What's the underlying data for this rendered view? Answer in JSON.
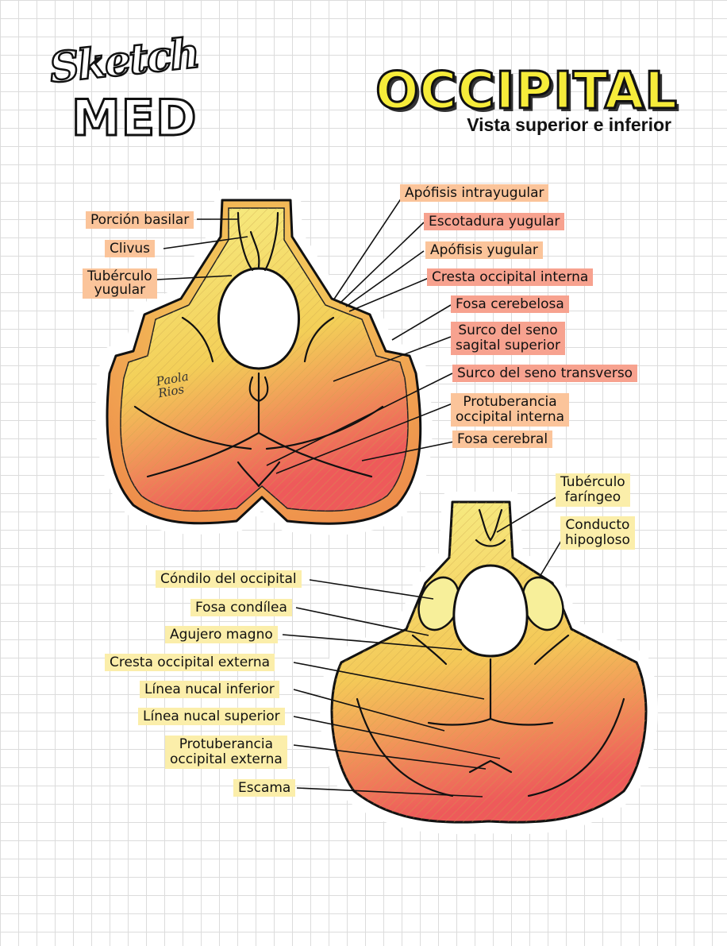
{
  "brand": {
    "logo_top": "Sketch",
    "logo_bottom": "MED"
  },
  "title": "OCCIPITAL",
  "subtitle": "Vista superior e inferior",
  "signature": [
    "Paola",
    "Rios"
  ],
  "colors": {
    "bone_light": "#f7ef86",
    "bone_mid": "#f3cf58",
    "bone_red": "#ee5a5a",
    "label_orange": "#fbc49a",
    "label_salmon": "#f7a28f",
    "label_yellow": "#fbeeaa",
    "title_yellow": "#f6ec3a"
  },
  "superior_view": {
    "left_labels": [
      "Porción basilar",
      "Clivus",
      "Tubérculo\nyugular"
    ],
    "right_labels": [
      "Apófisis intrayugular",
      "Escotadura yugular",
      "Apófisis yugular",
      "Cresta occipital interna",
      "Fosa cerebelosa",
      "Surco del seno\nsagital superior",
      "Surco del seno transverso",
      "Protuberancia\noccipital interna",
      "Fosa cerebral"
    ]
  },
  "inferior_view": {
    "right_labels": [
      "Tubérculo\nfaríngeo",
      "Conducto\nhipogloso"
    ],
    "left_labels": [
      "Cóndilo del occipital",
      "Fosa condílea",
      "Agujero magno",
      "Cresta occipital externa",
      "Línea nucal inferior",
      "Línea nucal superior",
      "Protuberancia\noccipital externa",
      "Escama"
    ]
  }
}
